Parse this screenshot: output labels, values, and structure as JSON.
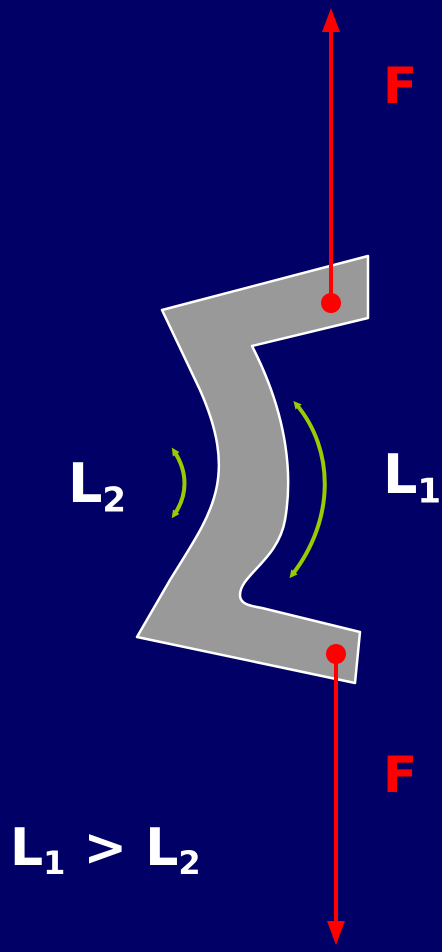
{
  "force_label": "F",
  "force_label_bottom": "F",
  "label_l1": {
    "letter": "L",
    "sub": "1"
  },
  "label_l2": {
    "letter": "L",
    "sub": "2"
  },
  "inequality": {
    "left": "L",
    "left_sub": "1",
    "op": " > ",
    "right": "L",
    "right_sub": "2"
  },
  "colors": {
    "background": "#000066",
    "force": "#ff0000",
    "shape_fill": "#999999",
    "shape_stroke": "#ffffff",
    "length_arrows": "#99cc00",
    "text": "#ffffff"
  }
}
